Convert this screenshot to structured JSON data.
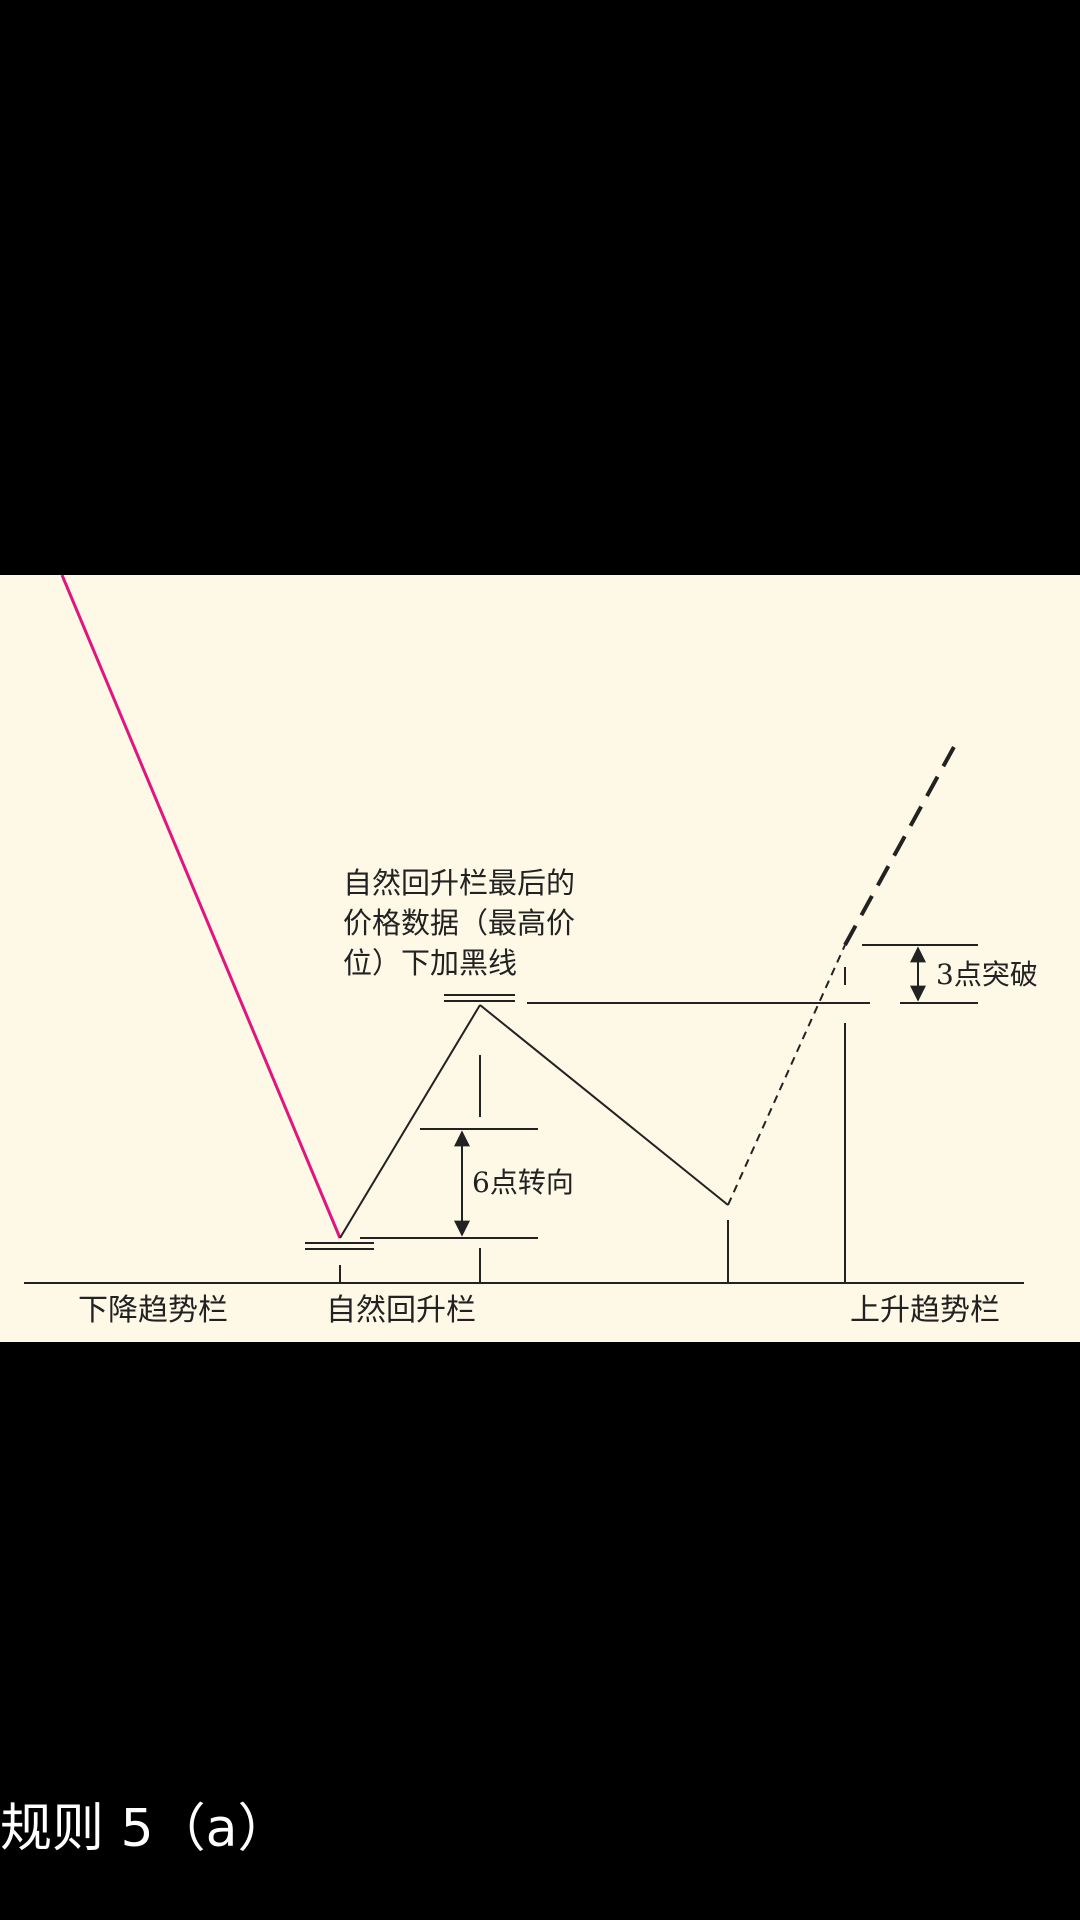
{
  "diagram": {
    "annotation_lines": [
      "自然回升栏最后的",
      "价格数据（最高价",
      "位）下加黑线"
    ],
    "reversal_label": "6点转向",
    "breakout_label": "3点突破",
    "columns": {
      "downtrend": "下降趋势栏",
      "natural_rally": "自然回升栏",
      "uptrend": "上升趋势栏"
    },
    "colors": {
      "background": "#fdf9e6",
      "downtrend_line": "#e0157f",
      "lines": "#222222"
    }
  },
  "caption": "规则 5（a）"
}
